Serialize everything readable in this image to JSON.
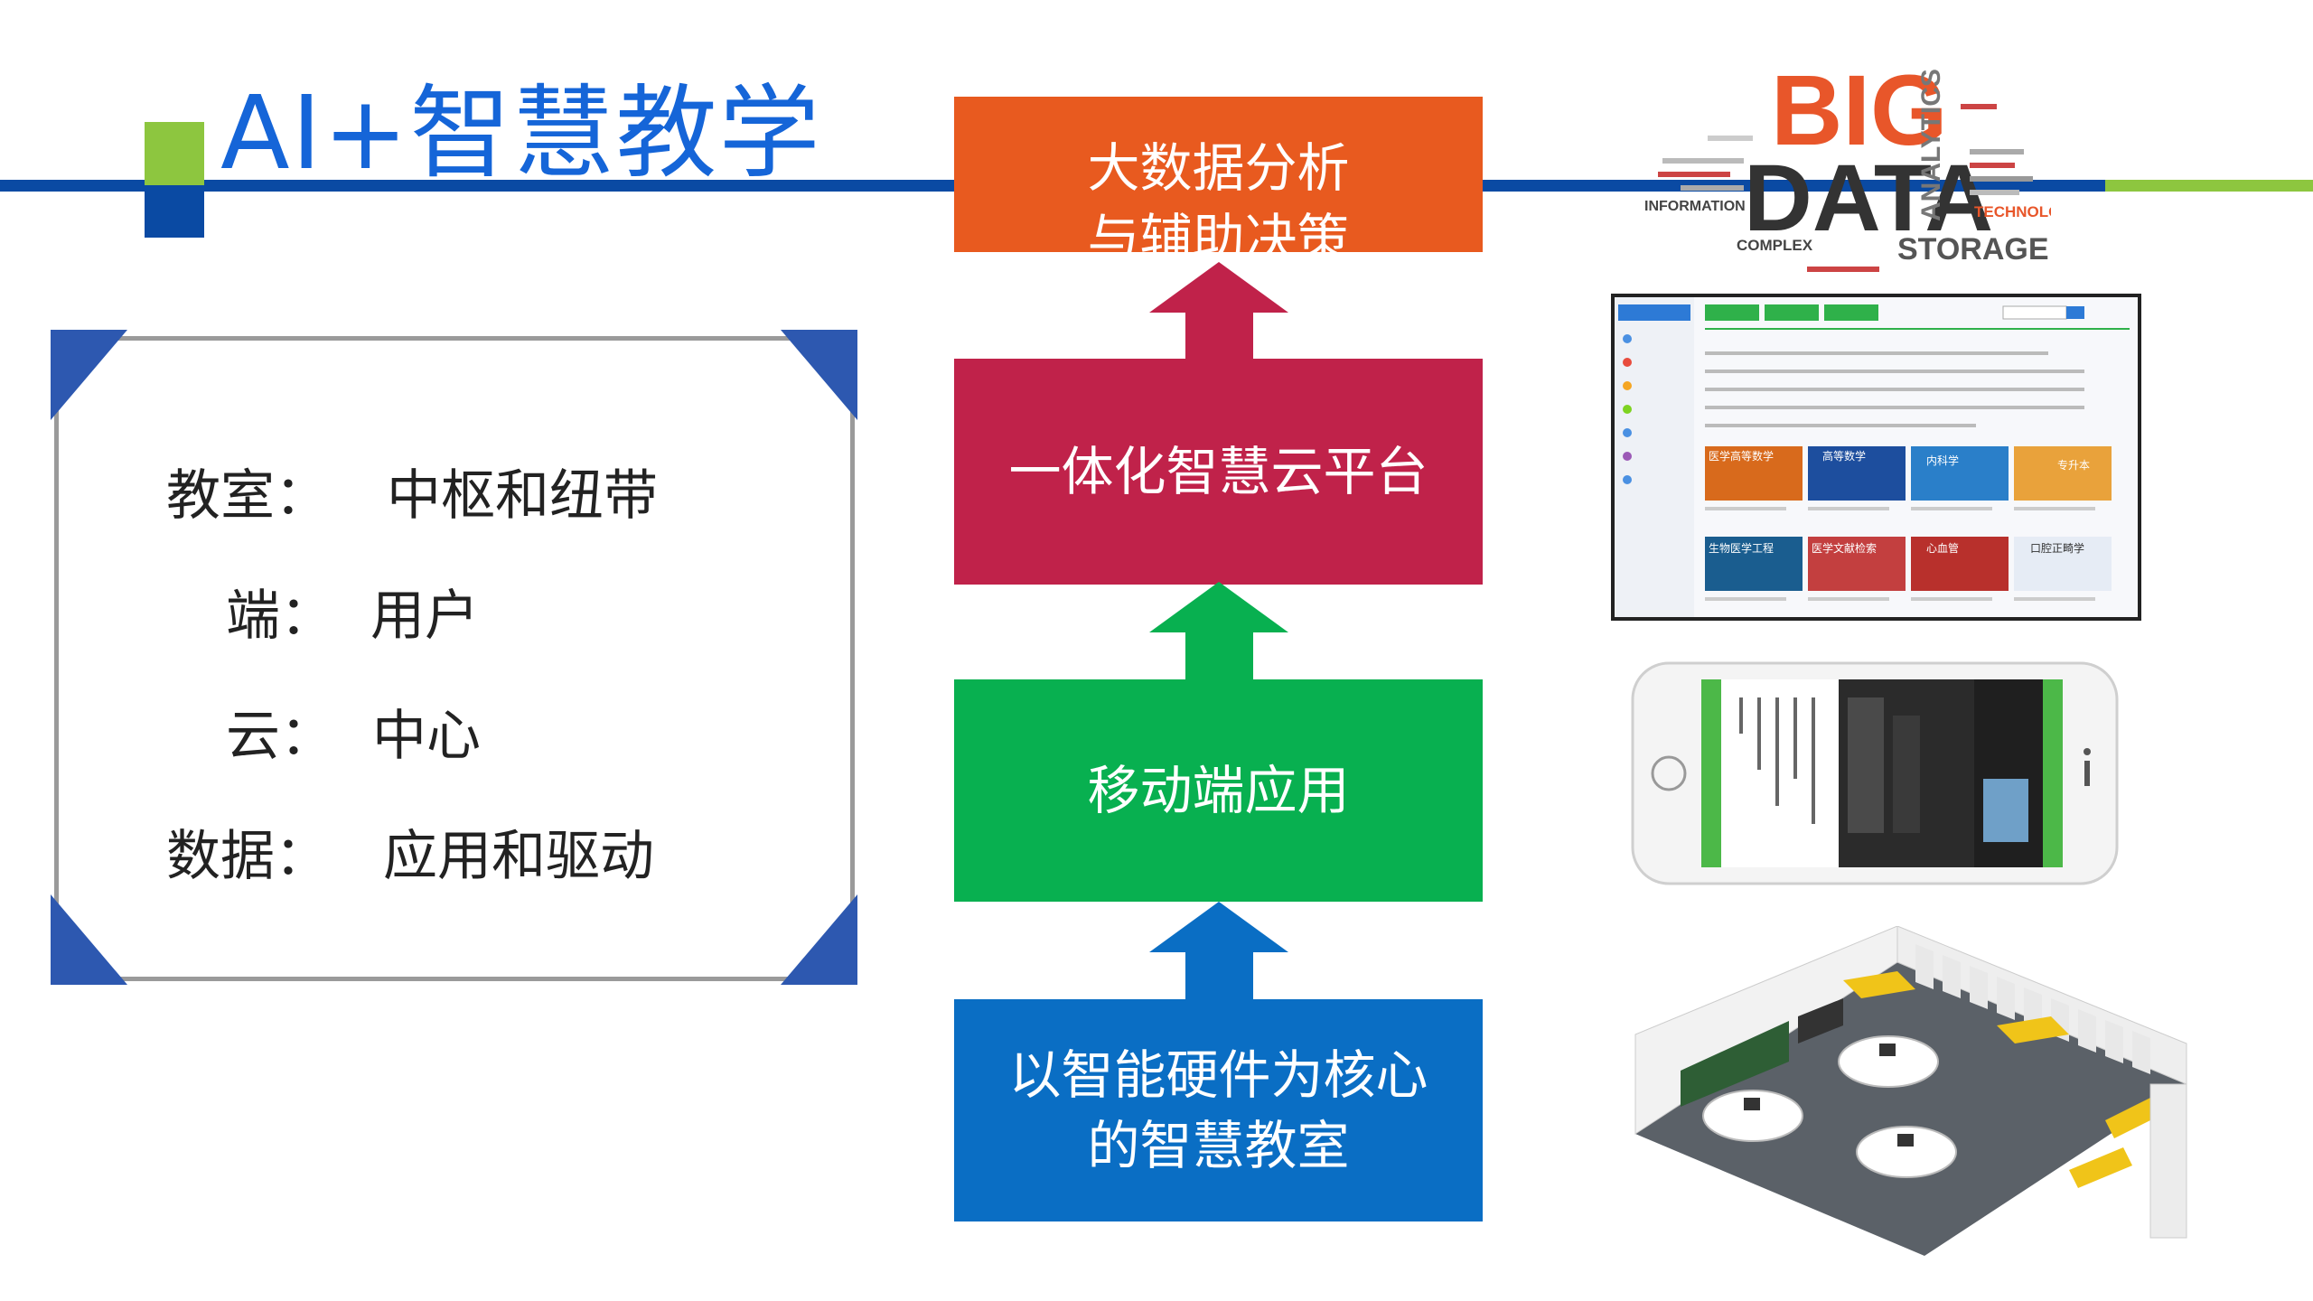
{
  "header": {
    "title": "AI+智慧教学"
  },
  "info": {
    "rows": [
      {
        "label": "教室：",
        "value": "中枢和纽带"
      },
      {
        "label": "端：",
        "value": "用户"
      },
      {
        "label": "云：",
        "value": "中心"
      },
      {
        "label": "数据：",
        "value": "应用和驱动"
      }
    ]
  },
  "flow": {
    "bigdata": {
      "line1": "大数据分析",
      "line2": "与辅助决策"
    },
    "cloud": {
      "line1": "一体化智慧云平台"
    },
    "mobile": {
      "line1": "移动端应用"
    },
    "classroom": {
      "line1": "以智能硬件为核心",
      "line2": "的智慧教室"
    }
  },
  "art": {
    "big": "BIG",
    "data": "DATA",
    "storage": "STORAGE",
    "information": "INFORMATION",
    "complex": "COMPLEX",
    "analytics": "ANALYTICS",
    "technologies": "TECHNOLOGIES",
    "platform_cards": [
      "医学高等数学",
      "高等数学",
      "内科学",
      "专升本",
      "生物医学工程",
      "医学文献检索",
      "心血管",
      "口腔正畸学"
    ]
  },
  "colors": {
    "title_blue": "#1565d8",
    "line_blue": "#0a4aa3",
    "accent_green": "#8dc63f",
    "bigdata_orange": "#e85a1f",
    "cloud_red": "#c0224a",
    "mobile_green": "#08b050",
    "classroom_blue": "#0a6ec4"
  }
}
